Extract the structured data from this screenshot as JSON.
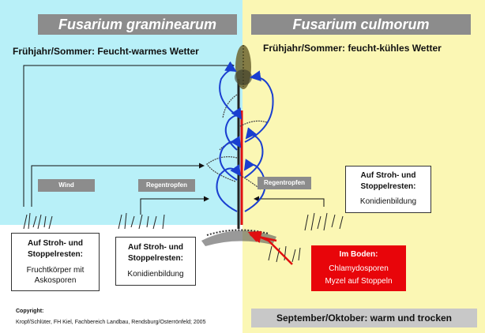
{
  "left": {
    "title": "Fusarium graminearum",
    "season": "Frühjahr/Sommer: Feucht-warmes Wetter",
    "wind_label": "Wind",
    "rain_label": "Regentropfen",
    "box1": {
      "heading": [
        "Auf Stroh- und",
        "Stoppelresten:"
      ],
      "text": [
        "Fruchtkörper mit",
        "Askosporen"
      ]
    },
    "box2": {
      "heading": [
        "Auf Stroh- und",
        "Stoppelresten:"
      ],
      "text": [
        "Konidienbildung"
      ]
    }
  },
  "right": {
    "title": "Fusarium culmorum",
    "season": "Frühjahr/Sommer: feucht-kühles Wetter",
    "rain_label": "Regentropfen",
    "box": {
      "heading": [
        "Auf Stroh- und",
        "Stoppelresten:"
      ],
      "text": [
        "Konidienbildung"
      ]
    },
    "soil": {
      "heading": "Im Boden:",
      "lines": [
        "Chlamydosporen",
        "Myzel auf Stoppeln"
      ]
    },
    "autumn": "September/Oktober: warm und trocken"
  },
  "copyright": {
    "label": "Copyright:",
    "text": "Kropf/Schlüter, FH Kiel, Fachbereich Landbau, Rendsburg/Osterrönfeld; 2005"
  },
  "colors": {
    "left_bg": "#b8f0f8",
    "right_bg": "#fbf7b4",
    "label_gray": "#8c8c8c",
    "soil_red": "#e8050a",
    "arrow_blue": "#1a3fd0",
    "stem_red": "#e01010"
  }
}
